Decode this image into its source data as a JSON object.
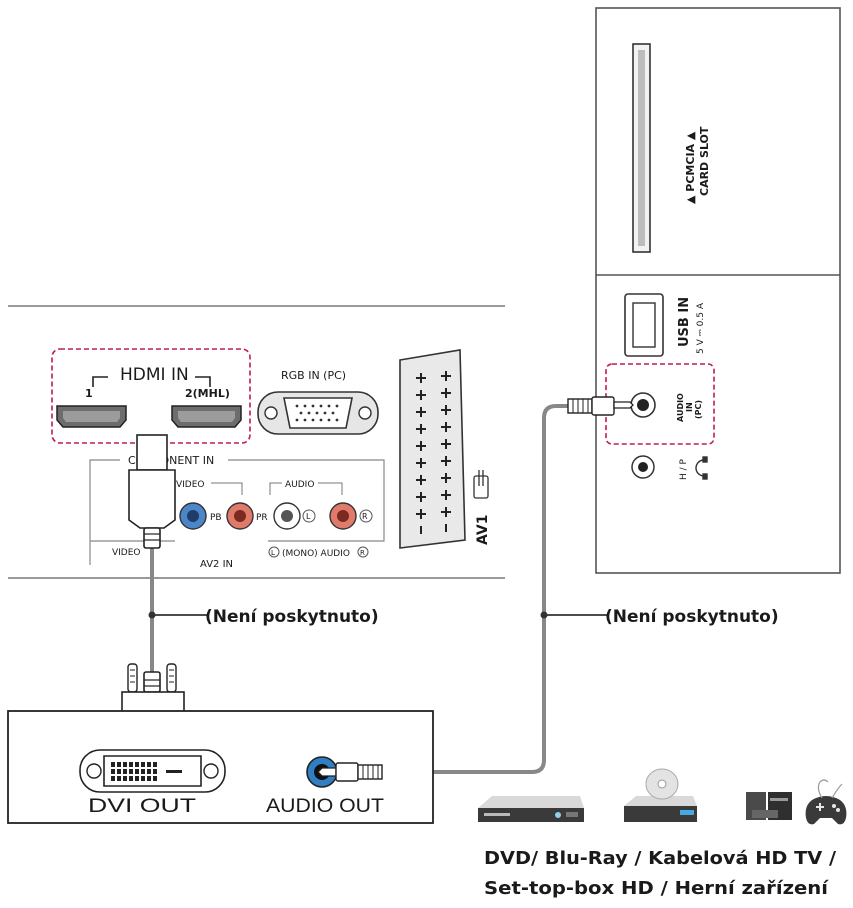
{
  "panel": {
    "hdmi_in": "HDMI IN",
    "hdmi_port_1": "1",
    "hdmi_port_2": "2(MHL)",
    "rgb_in": "RGB IN (PC)",
    "component_in": "COMPONENT IN",
    "video": "VIDEO",
    "audio": "AUDIO",
    "pb": "PB",
    "pr": "PR",
    "left": "L",
    "right": "R",
    "video_bottom": "VIDEO",
    "av2_in": "AV2 IN",
    "mono_audio": "(MONO) AUDIO",
    "av1": "AV1"
  },
  "side_panel": {
    "pcmcia": "▲ PCMCIA ▲",
    "card_slot": "CARD SLOT",
    "usb_in": "USB IN",
    "usb_rating": "5 V ⎓ 0.5 A",
    "audio_in_1": "AUDIO",
    "audio_in_2": "IN",
    "audio_in_3": "(PC)",
    "hp": "H / P"
  },
  "cables": {
    "left_label": "(Není poskytnuto)",
    "right_label": "(Není poskytnuto)"
  },
  "device": {
    "dvi_out": "DVI OUT",
    "audio_out": "AUDIO OUT"
  },
  "caption": {
    "line1": "DVD/ Blu-Ray / Kabelová HD TV /",
    "line2": "Set-top-box HD / Herní zařízení"
  },
  "colors": {
    "highlight": "#c2185b",
    "pb_jack": "#4a86c8",
    "pr_jack": "#e07a6a",
    "audio_out_jack": "#2f7fc4"
  }
}
